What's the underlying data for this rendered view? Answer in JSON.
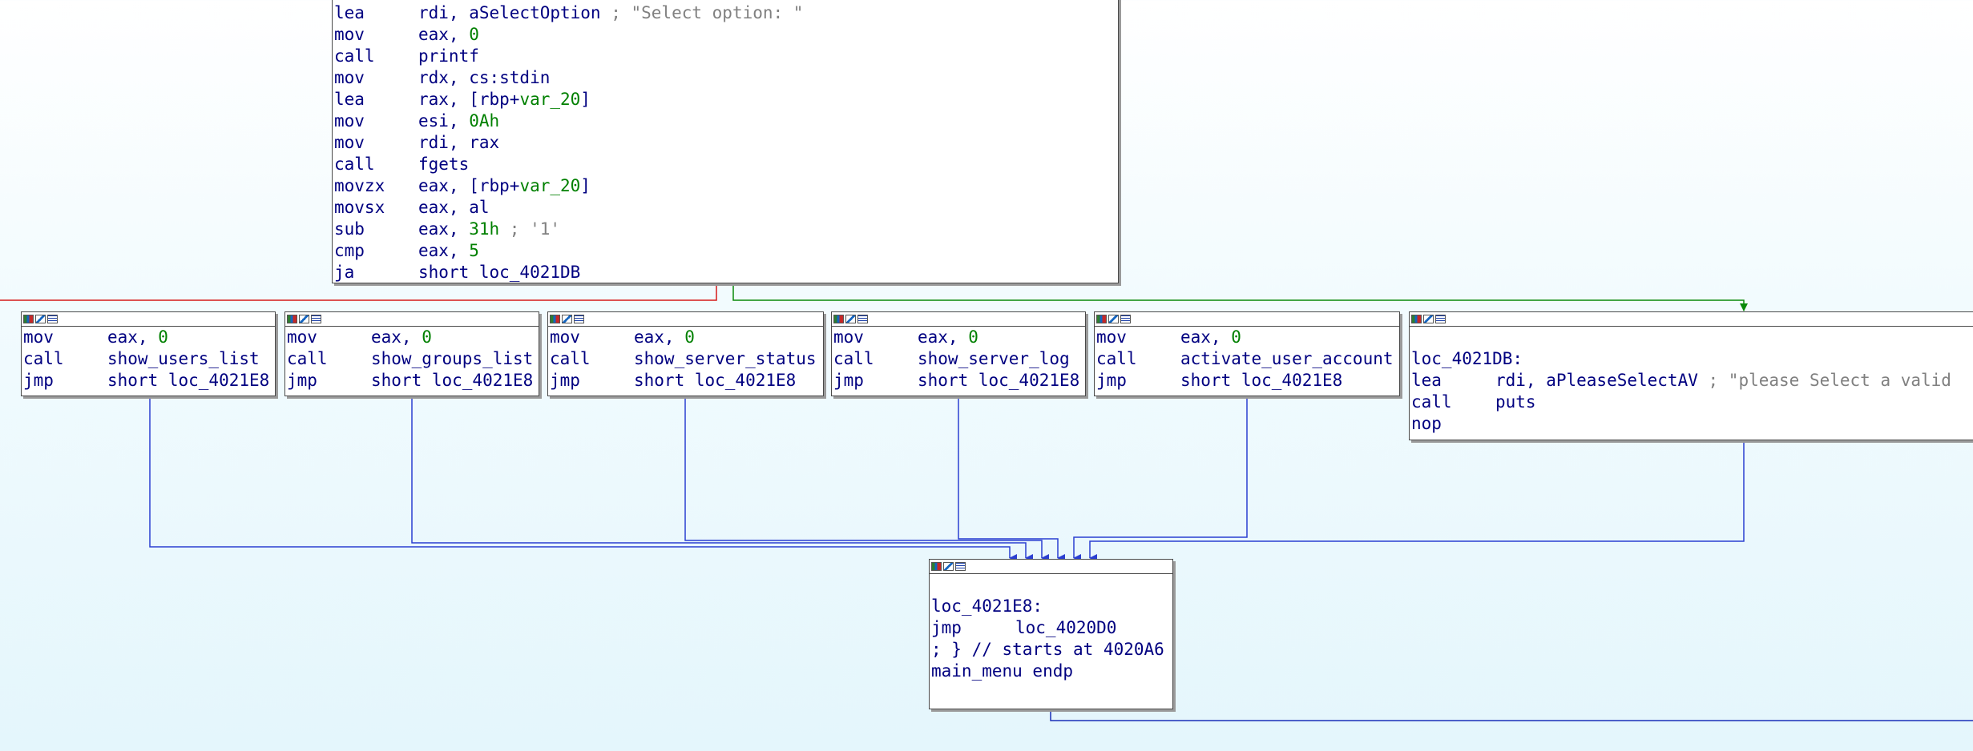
{
  "colors": {
    "background": "#e4f6fc",
    "edge_normal": "#2b3fd1",
    "edge_true": "#0a8a0a",
    "edge_false": "#d61a1a",
    "mnemonic": "#000080",
    "number": "#008000",
    "comment": "#808080"
  },
  "header_icons": [
    "color-icon",
    "graph-icon",
    "text-icon"
  ],
  "top_block": {
    "lines": [
      {
        "mn": "lea",
        "ops": "rdi, aSelectOption",
        "cmt": " ; \"Select option: \""
      },
      {
        "mn": "mov",
        "ops": "eax, ",
        "num": "0"
      },
      {
        "mn": "call",
        "ops": "printf"
      },
      {
        "mn": "mov",
        "ops": "rdx, cs:stdin"
      },
      {
        "mn": "lea",
        "ops": "rax, [rbp+",
        "num": "var_20",
        "tail": "]"
      },
      {
        "mn": "mov",
        "ops": "esi, ",
        "num": "0Ah"
      },
      {
        "mn": "mov",
        "ops": "rdi, rax"
      },
      {
        "mn": "call",
        "ops": "fgets"
      },
      {
        "mn": "movzx",
        "ops": "eax, [rbp+",
        "num": "var_20",
        "tail": "]"
      },
      {
        "mn": "movsx",
        "ops": "eax, al"
      },
      {
        "mn": "sub",
        "ops": "eax, ",
        "num": "31h",
        "cmt": " ; '1'"
      },
      {
        "mn": "cmp",
        "ops": "eax, ",
        "num": "5"
      },
      {
        "mn": "ja",
        "ops": "short loc_4021DB"
      }
    ]
  },
  "case_blocks": [
    {
      "lines": [
        {
          "mn": "mov",
          "ops": "eax, ",
          "num": "0"
        },
        {
          "mn": "call",
          "ops": "show_users_list"
        },
        {
          "mn": "jmp",
          "ops": "short loc_4021E8"
        }
      ]
    },
    {
      "lines": [
        {
          "mn": "mov",
          "ops": "eax, ",
          "num": "0"
        },
        {
          "mn": "call",
          "ops": "show_groups_list"
        },
        {
          "mn": "jmp",
          "ops": "short loc_4021E8"
        }
      ]
    },
    {
      "lines": [
        {
          "mn": "mov",
          "ops": "eax, ",
          "num": "0"
        },
        {
          "mn": "call",
          "ops": "show_server_status"
        },
        {
          "mn": "jmp",
          "ops": "short loc_4021E8"
        }
      ]
    },
    {
      "lines": [
        {
          "mn": "mov",
          "ops": "eax, ",
          "num": "0"
        },
        {
          "mn": "call",
          "ops": "show_server_log"
        },
        {
          "mn": "jmp",
          "ops": "short loc_4021E8"
        }
      ]
    },
    {
      "lines": [
        {
          "mn": "mov",
          "ops": "eax, ",
          "num": "0"
        },
        {
          "mn": "call",
          "ops": "activate_user_account"
        },
        {
          "mn": "jmp",
          "ops": "short loc_4021E8"
        }
      ]
    }
  ],
  "default_block": {
    "lines": [
      {
        "blank": true
      },
      {
        "label": "loc_4021DB:"
      },
      {
        "mn": "lea",
        "ops": "rdi, aPleaseSelectAV",
        "cmt": " ; \"please Select a valid"
      },
      {
        "mn": "call",
        "ops": "puts"
      },
      {
        "mn": "nop",
        "ops": ""
      }
    ]
  },
  "exit_block": {
    "lines": [
      {
        "blank": true
      },
      {
        "label": "loc_4021E8:"
      },
      {
        "mn": "jmp",
        "ops": "loc_4020D0"
      },
      {
        "label": "; } // starts at 4020A6"
      },
      {
        "label": "main_menu endp"
      }
    ]
  }
}
